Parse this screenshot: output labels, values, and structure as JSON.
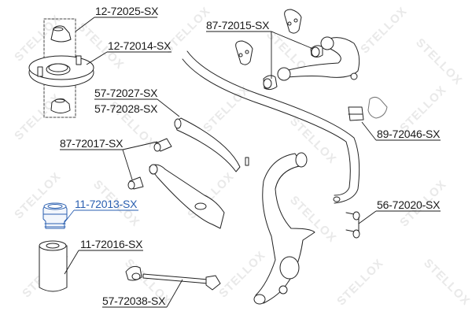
{
  "diagram": {
    "watermark": "STELLOX",
    "highlight_color": "#2a5fb0",
    "line_color": "#1a1a1a",
    "parts": [
      {
        "id": "p0",
        "label": "12-72025-SX",
        "highlighted": false
      },
      {
        "id": "p1",
        "label": "12-72014-SX",
        "highlighted": false
      },
      {
        "id": "p2",
        "label": "87-72015-SX",
        "highlighted": false
      },
      {
        "id": "p3",
        "label": "57-72027-SX",
        "highlighted": false
      },
      {
        "id": "p4",
        "label": "57-72028-SX",
        "highlighted": false
      },
      {
        "id": "p5",
        "label": "89-72046-SX",
        "highlighted": false
      },
      {
        "id": "p6",
        "label": "87-72017-SX",
        "highlighted": false
      },
      {
        "id": "p7",
        "label": "11-72013-SX",
        "highlighted": true
      },
      {
        "id": "p8",
        "label": "56-72020-SX",
        "highlighted": false
      },
      {
        "id": "p9",
        "label": "11-72016-SX",
        "highlighted": false
      },
      {
        "id": "p10",
        "label": "57-72038-SX",
        "highlighted": false
      }
    ]
  }
}
